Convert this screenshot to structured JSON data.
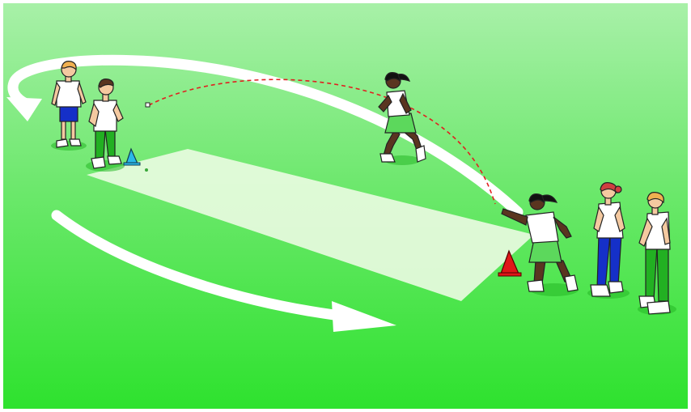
{
  "scene": {
    "title": "",
    "colors": {
      "field_top": "#a8f0a8",
      "field_bottom": "#2ee22e",
      "pitch": "#e8fbe0",
      "arrow": "#ffffff",
      "throw_path": "#e02020",
      "shirt": "#ffffff",
      "shorts_blue": "#1530c8",
      "trousers_green": "#22b022",
      "skirt_green": "#5cd85c",
      "cone_blue": "#2ab8e8",
      "cone_red": "#e01818",
      "skin_light": "#f4c9a0",
      "skin_dark": "#5a3520",
      "hair_blond": "#f0b050",
      "hair_red": "#d04040"
    },
    "elements": {
      "players": [
        "fielder-blue-shorts",
        "fielder-green-trousers",
        "runner-girl",
        "thrower-girl",
        "waiting-player-1",
        "waiting-player-2"
      ],
      "cones": [
        "blue-cone",
        "red-cone"
      ],
      "arrows": [
        "rotation-arrow-top",
        "rotation-arrow-bottom"
      ],
      "ball": "ball"
    }
  }
}
